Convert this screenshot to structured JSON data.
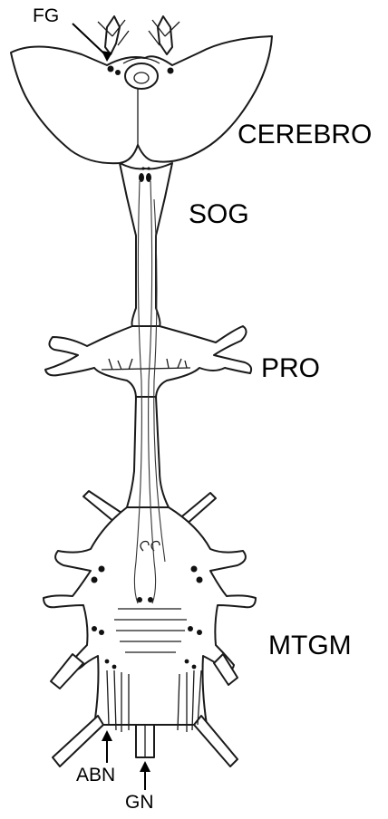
{
  "labels": {
    "cerebro": "CEREBRO",
    "sog": "SOG",
    "pro": "PRO",
    "mtgm": "MTGM",
    "fg": "FG",
    "abn": "ABN",
    "gn": "GN"
  },
  "colors": {
    "ink": "#1a1a1a",
    "background": "#ffffff"
  }
}
